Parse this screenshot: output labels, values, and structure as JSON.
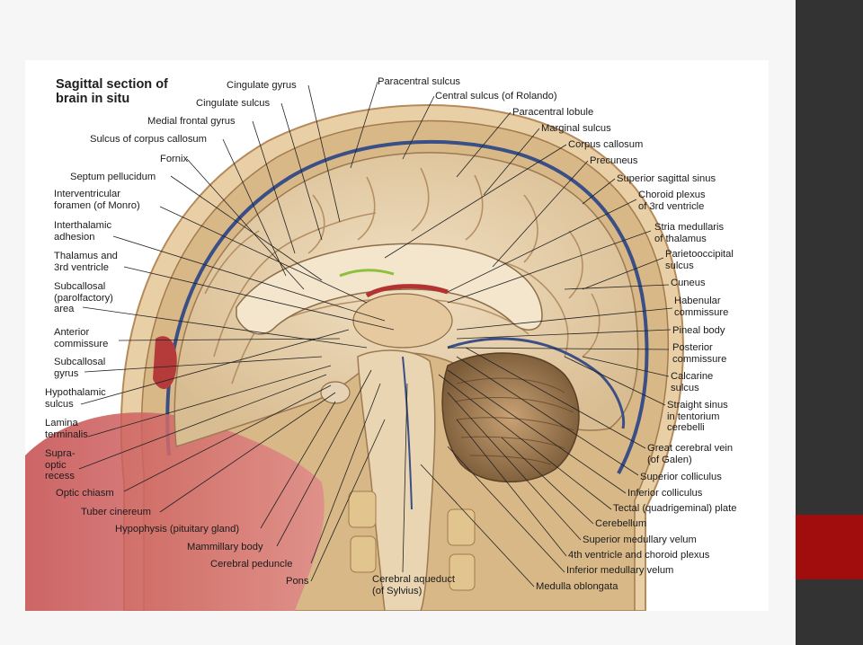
{
  "title_line1": "Sagittal section of",
  "title_line2": "brain in situ",
  "labels_left": [
    "Septum pellucidum",
    "Interventricular\nforamen (of Monro)",
    "Interthalamic\nadhesion",
    "Thalamus and\n3rd ventricle",
    "Subcallosal\n(parolfactory)\narea",
    "Anterior\ncommissure",
    "Subcallosal\ngyrus",
    "Hypothalamic\nsulcus",
    "Lamina\nterminalis",
    "Supra-\noptic\nrecess",
    "Optic chiasm",
    "Tuber cinereum",
    "Hypophysis (pituitary gland)",
    "Mammillary body",
    "Cerebral peduncle",
    "Pons"
  ],
  "labels_top": [
    "Cingulate gyrus",
    "Cingulate sulcus",
    "Medial frontal gyrus",
    "Sulcus of corpus callosum",
    "Fornix"
  ],
  "labels_right": [
    "Paracentral sulcus",
    "Central sulcus (of Rolando)",
    "Paracentral lobule",
    "Marginal sulcus",
    "Corpus callosum",
    "Precuneus",
    "Superior sagittal sinus",
    "Choroid plexus\nof 3rd ventricle",
    "Stria medullaris\nof thalamus",
    "Parietooccipital\nsulcus",
    "Cuneus",
    "Habenular\ncommissure",
    "Pineal body",
    "Posterior\ncommissure",
    "Calcarine\nsulcus",
    "Straight sinus\nin tentorium\ncerebelli",
    "Great cerebral vein\n(of Galen)",
    "Superior colliculus",
    "Inferior colliculus",
    "Tectal (quadrigeminal) plate",
    "Cerebellum",
    "Superior medullary velum",
    "4th ventricle and choroid plexus",
    "Inferior medullary velum",
    "Medulla oblongata"
  ],
  "labels_bottom": [
    "Cerebral aqueduct\n(of Sylvius)"
  ],
  "colors": {
    "slide_bar": "#333333",
    "accent": "#a10c0c",
    "brain": "#e8d2b0",
    "sinus": "#3a4f86",
    "label": "#1b1b1b"
  }
}
